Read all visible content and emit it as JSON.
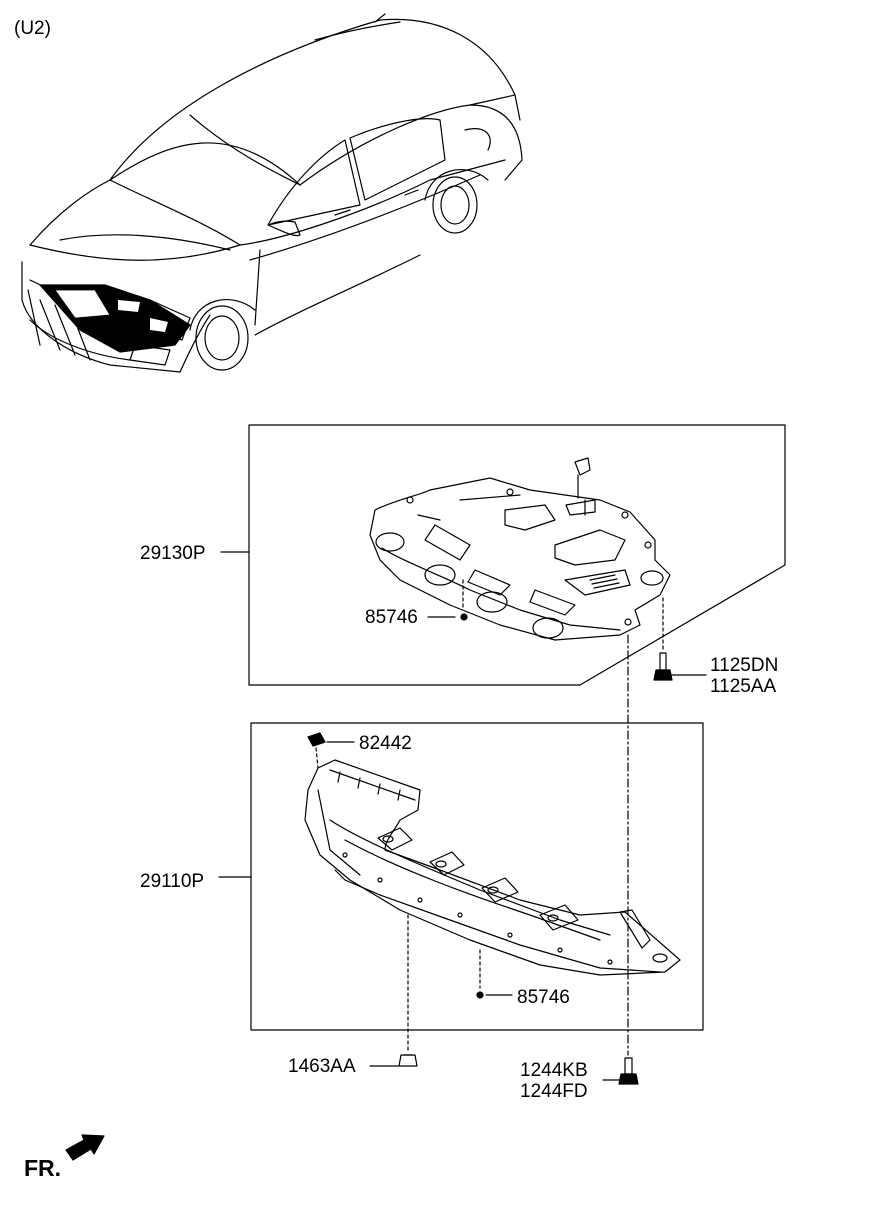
{
  "variant_label": "(U2)",
  "direction_label": "FR.",
  "colors": {
    "line": "#000000",
    "background": "#ffffff"
  },
  "callouts": {
    "engine_cover": "29130P",
    "front_cover": "29110P",
    "clip_upper": "85746",
    "clip_lower": "85746",
    "bolt_upper_a": "1125DN",
    "bolt_upper_b": "1125AA",
    "nut_clip": "82442",
    "nut": "1463AA",
    "bolt_lower_a": "1244KB",
    "bolt_lower_b": "1244FD"
  }
}
